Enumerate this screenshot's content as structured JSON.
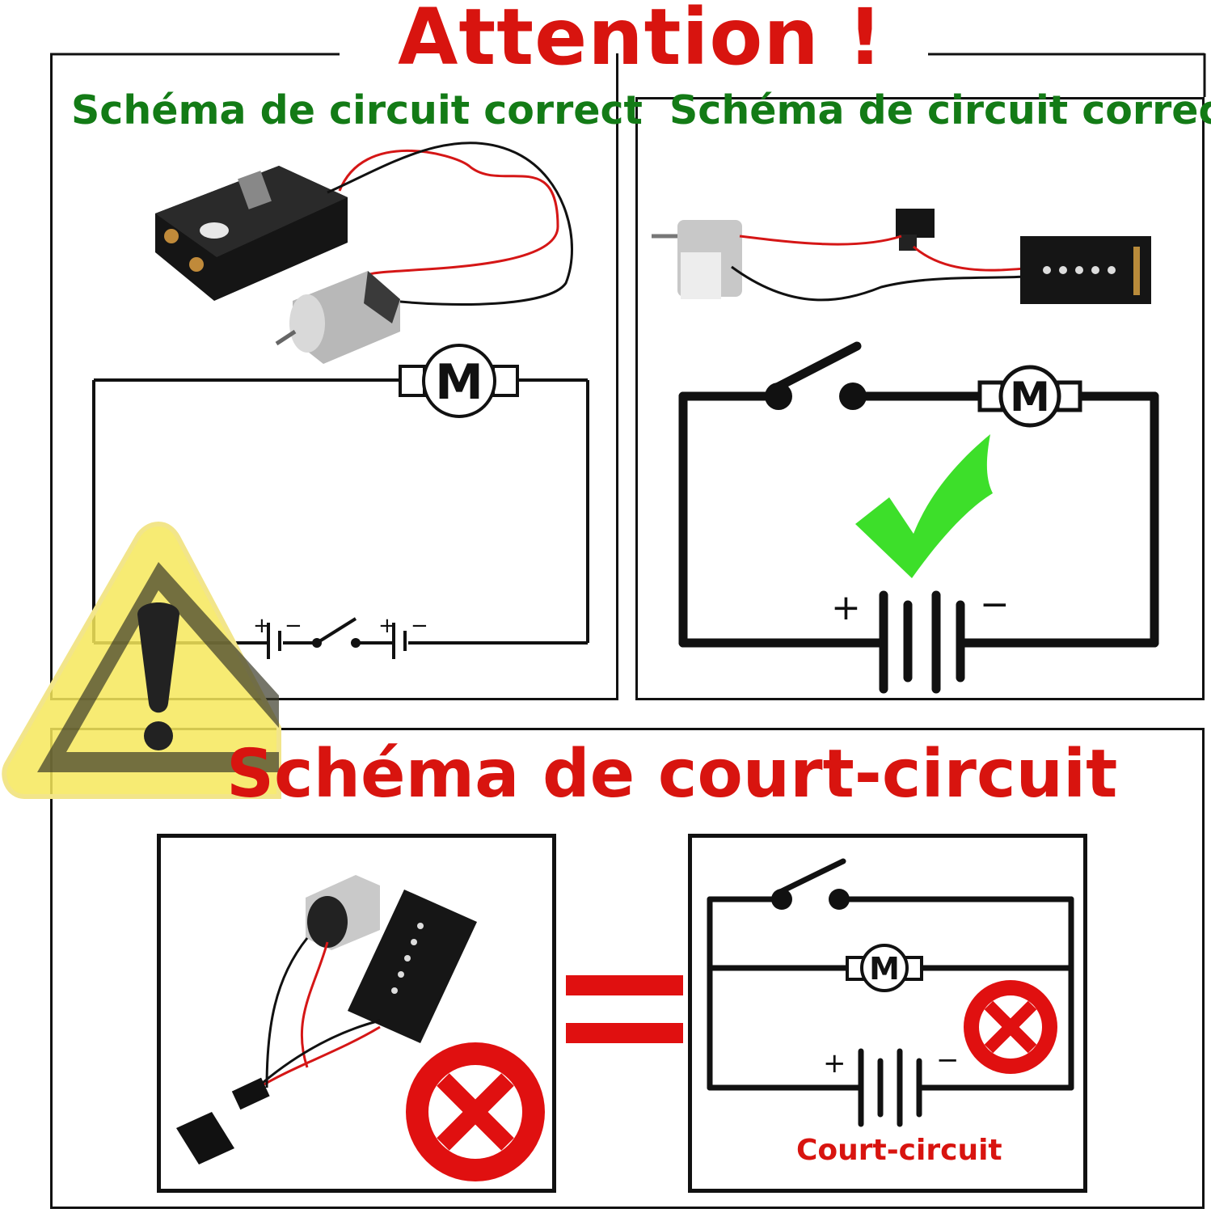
{
  "header": {
    "title": "Attention !"
  },
  "panels": {
    "left_correct": {
      "title": "Schéma de circuit correct"
    },
    "right_correct": {
      "title": "Schéma de circuit correct"
    }
  },
  "short_circuit": {
    "title": "Schéma de court-circuit",
    "label": "Court-circuit"
  },
  "symbols": {
    "motor": "M",
    "plus": "+",
    "minus": "−"
  },
  "icons": {
    "warning": "warning-triangle-icon",
    "check": "check-icon",
    "wrong": "wrong-x-icon",
    "equals": "equals-icon"
  },
  "colors": {
    "red": "#d8140f",
    "green": "#137b16",
    "check_green": "#3ddf2a",
    "warning_yellow": "#f6e85a"
  }
}
